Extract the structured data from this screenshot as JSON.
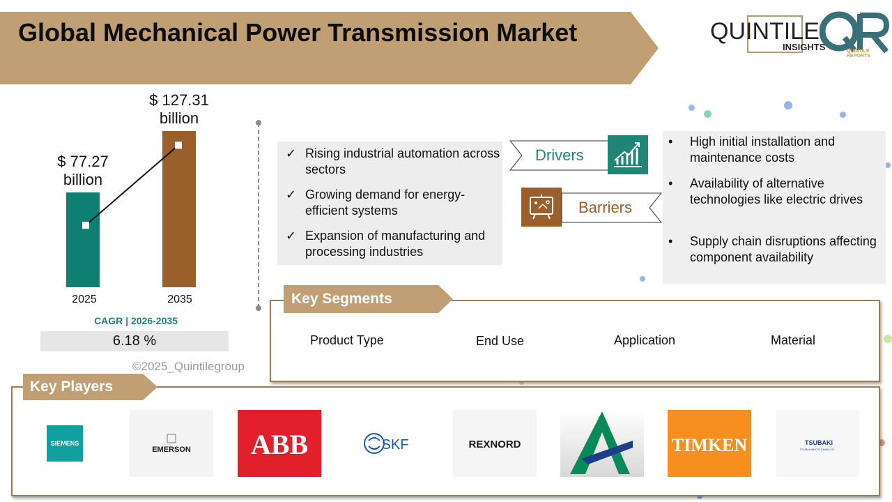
{
  "header": {
    "title": "Global Mechanical Power Transmission Market",
    "banner_color": "#bf9f73"
  },
  "logo": {
    "brand_main": "QUINTILE",
    "brand_sub": "INSIGHTS",
    "mark": "QR",
    "mark_caption": "QUINTILE REPORTS"
  },
  "market_size": {
    "bars": [
      {
        "year": "2025",
        "value": 77.27,
        "label": "$ 77.27 billion",
        "color": "#0f7f73"
      },
      {
        "year": "2035",
        "value": 127.31,
        "label": "$ 127.31 billion",
        "color": "#9a5f2a"
      }
    ],
    "cagr_label": "CAGR | 2026-2035",
    "cagr_value": "6.18 %"
  },
  "copyright": "©2025_Quintilegroup",
  "drivers": {
    "tag": "Drivers",
    "tag_color": "#1f8577",
    "icon": "growth-chart-icon",
    "items": [
      "Rising industrial automation across sectors",
      "Growing demand for energy-efficient systems",
      "Expansion of manufacturing and processing industries"
    ]
  },
  "barriers": {
    "tag": "Barriers",
    "tag_color": "#9a5f2a",
    "icon": "strategy-board-icon",
    "items": [
      "High initial installation and maintenance costs",
      "Availability of alternative technologies like electric drives",
      "Supply chain disruptions affecting component availability"
    ]
  },
  "key_segments": {
    "title": "Key Segments",
    "items": [
      "Product Type",
      "End Use",
      "Application",
      "Material"
    ]
  },
  "key_players": {
    "title": "Key Players",
    "logos": [
      {
        "name": "SIEMENS",
        "color": "#11a0a0"
      },
      {
        "name": "EMERSON",
        "color": "#1a1a1a"
      },
      {
        "name": "ABB",
        "color": "#e2202c"
      },
      {
        "name": "SKF",
        "color": "#1c5aa6"
      },
      {
        "name": "REXNORD",
        "color": "#1a1a1a"
      },
      {
        "name": "",
        "color": "#0a8a5a"
      },
      {
        "name": "TIMKEN",
        "color": "#f78f1e"
      },
      {
        "name": "TSUBAKI",
        "sub": "TSUBAKIMOTO CHAIN CO.",
        "color": "#1c3f8a"
      }
    ]
  }
}
